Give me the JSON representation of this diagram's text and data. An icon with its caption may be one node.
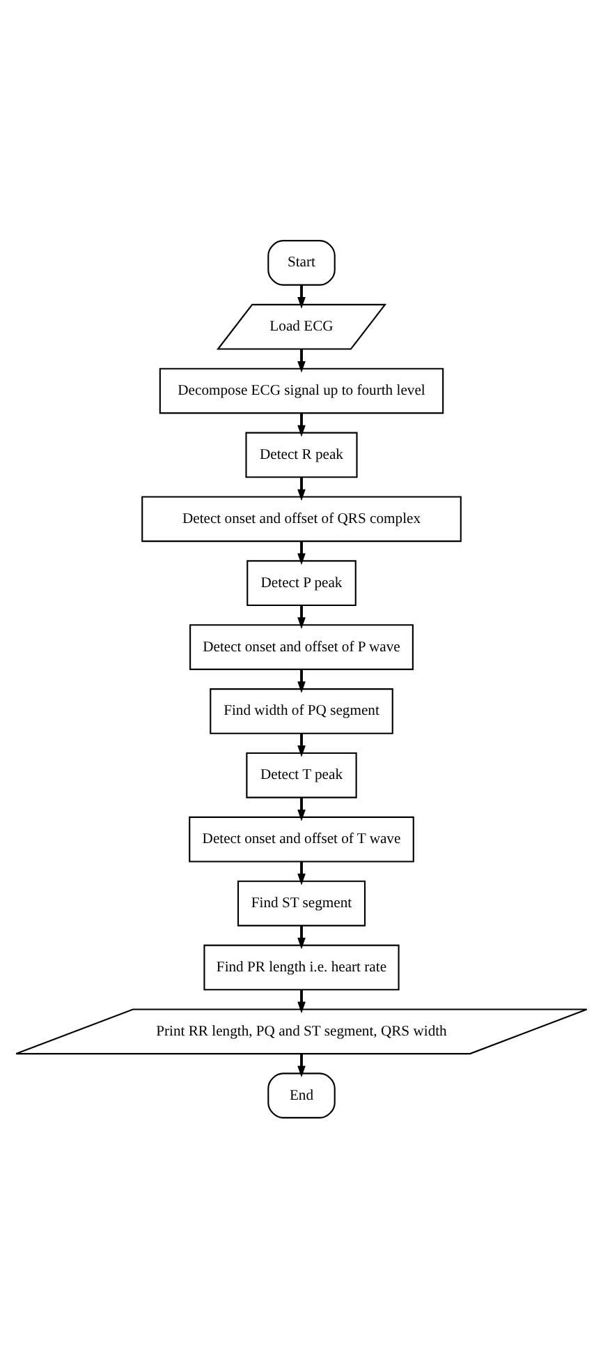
{
  "diagram": {
    "nodes": [
      {
        "text": [
          "Start"
        ]
      },
      {
        "text": [
          "Load ECG"
        ]
      },
      {
        "text": [
          "Decompose ECG signal up to fourth level"
        ]
      },
      {
        "text": [
          "Detect R peak"
        ]
      },
      {
        "text": [
          "Detect onset and offset of QRS complex"
        ]
      },
      {
        "text": [
          "Detect P peak"
        ]
      },
      {
        "text": [
          "Detect onset and offset of P wave"
        ]
      },
      {
        "text": [
          "Find width of PQ segment"
        ]
      },
      {
        "text": [
          "Detect T peak"
        ]
      },
      {
        "text": [
          "Detect onset and offset of T wave"
        ]
      },
      {
        "text": [
          "Find ST segment"
        ]
      },
      {
        "text": [
          "Find PR length i.e. heart rate"
        ]
      },
      {
        "text": [
          "Print RR length, PQ and ST segment, QRS width"
        ]
      },
      {
        "text": [
          "End"
        ]
      }
    ],
    "edges": [
      {
        "from": 0,
        "to": 1,
        "arrow": "to"
      },
      {
        "from": 1,
        "to": 2,
        "arrow": "to"
      },
      {
        "from": 2,
        "to": 3,
        "arrow": "to"
      },
      {
        "from": 3,
        "to": 4,
        "arrow": "to"
      },
      {
        "from": 4,
        "to": 5,
        "arrow": "to"
      },
      {
        "from": 5,
        "to": 6,
        "arrow": "to"
      },
      {
        "from": 6,
        "to": 7,
        "arrow": "to"
      },
      {
        "from": 7,
        "to": 8,
        "arrow": "to"
      },
      {
        "from": 8,
        "to": 9,
        "arrow": "to"
      },
      {
        "from": 9,
        "to": 10,
        "arrow": "to"
      },
      {
        "from": 10,
        "to": 11,
        "arrow": "to"
      },
      {
        "from": 11,
        "to": 12,
        "arrow": "to"
      },
      {
        "from": 12,
        "to": 13,
        "arrow": "to"
      }
    ]
  }
}
